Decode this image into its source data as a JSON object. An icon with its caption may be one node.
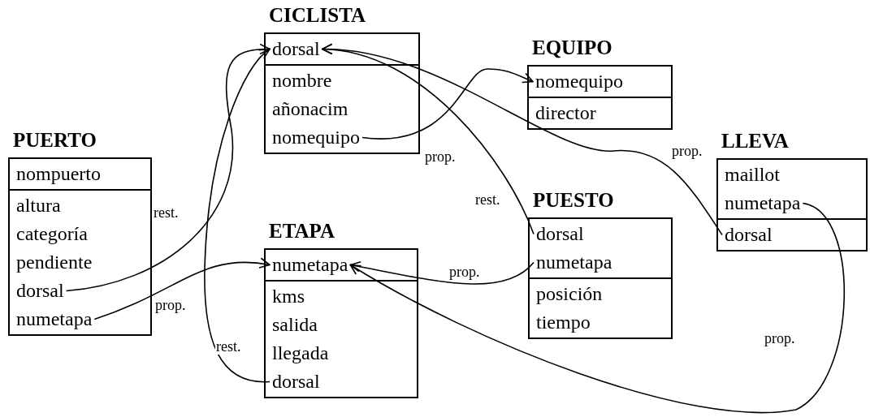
{
  "diagram": {
    "nodes": [
      {
        "text": [
          "CICLISTA"
        ]
      },
      {
        "text": [
          "dorsal"
        ],
        "in": 0
      },
      {
        "text": [
          "nombre"
        ],
        "in": 0
      },
      {
        "text": [
          "añonacim"
        ],
        "in": 0
      },
      {
        "text": [
          "nomequipo"
        ],
        "in": 0
      },
      {
        "text": [
          "EQUIPO"
        ]
      },
      {
        "text": [
          "nomequipo"
        ],
        "in": 5
      },
      {
        "text": [
          "director"
        ],
        "in": 5
      },
      {
        "text": [
          "PUERTO"
        ]
      },
      {
        "text": [
          "nompuerto"
        ],
        "in": 8
      },
      {
        "text": [
          "altura"
        ],
        "in": 8
      },
      {
        "text": [
          "categoría"
        ],
        "in": 8
      },
      {
        "text": [
          "pendiente"
        ],
        "in": 8
      },
      {
        "text": [
          "dorsal"
        ],
        "in": 8
      },
      {
        "text": [
          "numetapa"
        ],
        "in": 8
      },
      {
        "text": [
          "LLEVA"
        ]
      },
      {
        "text": [
          "maillot"
        ],
        "in": 15
      },
      {
        "text": [
          "numetapa"
        ],
        "in": 15
      },
      {
        "text": [
          "dorsal"
        ],
        "in": 15
      },
      {
        "text": [
          "PUESTO"
        ]
      },
      {
        "text": [
          "dorsal"
        ],
        "in": 19
      },
      {
        "text": [
          "numetapa"
        ],
        "in": 19
      },
      {
        "text": [
          "posición"
        ],
        "in": 19
      },
      {
        "text": [
          "tiempo"
        ],
        "in": 19
      },
      {
        "text": [
          "ETAPA"
        ]
      },
      {
        "text": [
          "numetapa"
        ],
        "in": 24
      },
      {
        "text": [
          "kms"
        ],
        "in": 24
      },
      {
        "text": [
          "salida"
        ],
        "in": 24
      },
      {
        "text": [
          "llegada"
        ],
        "in": 24
      },
      {
        "text": [
          "dorsal"
        ],
        "in": 24
      }
    ],
    "edges": [
      {
        "from": 13,
        "to": 1,
        "arrow": "to",
        "label": "rest."
      },
      {
        "from": 14,
        "to": 25,
        "arrow": "to",
        "label": "prop."
      },
      {
        "from": 29,
        "to": 1,
        "arrow": "to",
        "label": "rest."
      },
      {
        "from": 4,
        "to": 6,
        "arrow": "to",
        "label": "prop."
      },
      {
        "from": 20,
        "to": 1,
        "arrow": "to",
        "label": "rest."
      },
      {
        "from": 21,
        "to": 25,
        "arrow": "to",
        "label": "prop."
      },
      {
        "from": 18,
        "to": 1,
        "arrow": "to",
        "label": "prop."
      },
      {
        "from": 17,
        "to": 25,
        "arrow": "to",
        "label": "prop."
      }
    ]
  }
}
